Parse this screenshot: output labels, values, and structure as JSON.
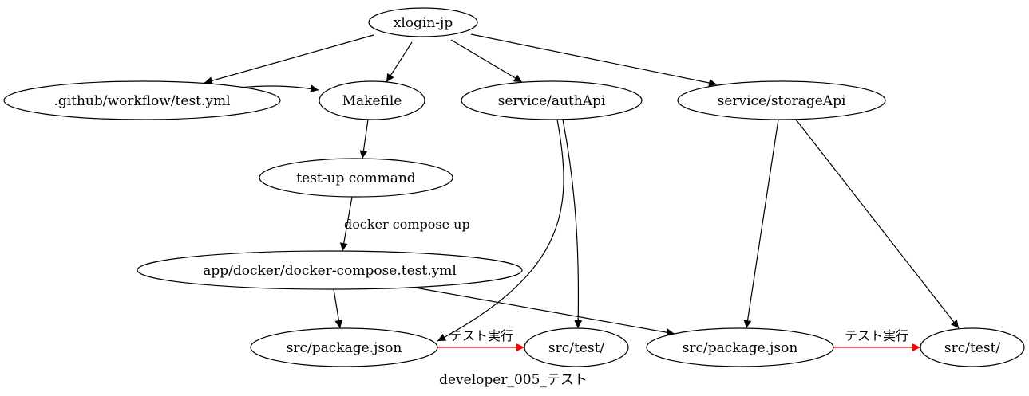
{
  "graph": {
    "label": "developer_005_テスト"
  },
  "colors": {
    "default_edge": "#000000",
    "highlight_edge": "#ff0000"
  },
  "nodes": [
    {
      "id": "xlogin",
      "label": "xlogin-jp"
    },
    {
      "id": "github",
      "label": ".github/workflow/test.yml"
    },
    {
      "id": "makefile",
      "label": "Makefile"
    },
    {
      "id": "auth",
      "label": "service/authApi"
    },
    {
      "id": "storage",
      "label": "service/storageApi"
    },
    {
      "id": "testup",
      "label": "test-up command"
    },
    {
      "id": "compose",
      "label": "app/docker/docker-compose.test.yml"
    },
    {
      "id": "pkg1",
      "label": "src/package.json"
    },
    {
      "id": "test1",
      "label": "src/test/"
    },
    {
      "id": "pkg2",
      "label": "src/package.json"
    },
    {
      "id": "test2",
      "label": "src/test/"
    }
  ],
  "edges": [
    {
      "from": "xlogin",
      "to": "github",
      "label": "",
      "color": "default"
    },
    {
      "from": "xlogin",
      "to": "makefile",
      "label": "",
      "color": "default"
    },
    {
      "from": "xlogin",
      "to": "auth",
      "label": "",
      "color": "default"
    },
    {
      "from": "xlogin",
      "to": "storage",
      "label": "",
      "color": "default"
    },
    {
      "from": "github",
      "to": "makefile",
      "label": "",
      "color": "default"
    },
    {
      "from": "makefile",
      "to": "testup",
      "label": "",
      "color": "default"
    },
    {
      "from": "testup",
      "to": "compose",
      "label": "docker compose up",
      "color": "default"
    },
    {
      "from": "compose",
      "to": "pkg1",
      "label": "",
      "color": "default"
    },
    {
      "from": "compose",
      "to": "pkg2",
      "label": "",
      "color": "default"
    },
    {
      "from": "auth",
      "to": "pkg1",
      "label": "",
      "color": "default"
    },
    {
      "from": "auth",
      "to": "test1",
      "label": "",
      "color": "default"
    },
    {
      "from": "storage",
      "to": "pkg2",
      "label": "",
      "color": "default"
    },
    {
      "from": "storage",
      "to": "test2",
      "label": "",
      "color": "default"
    },
    {
      "from": "pkg1",
      "to": "test1",
      "label": "テスト実行",
      "color": "highlight"
    },
    {
      "from": "pkg2",
      "to": "test2",
      "label": "テスト実行",
      "color": "highlight"
    }
  ]
}
